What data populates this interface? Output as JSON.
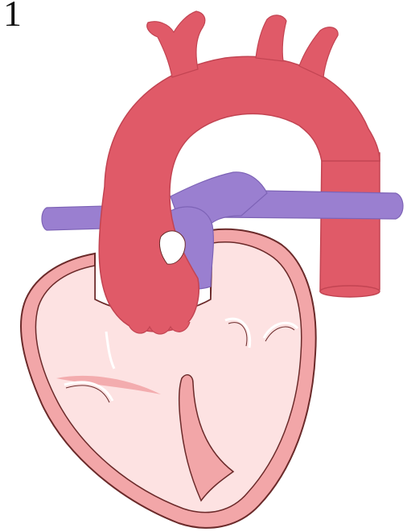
{
  "figure": {
    "panel_number": "1"
  },
  "colors": {
    "aorta": "#e05a68",
    "aorta_outline": "#c24452",
    "pulmonary_artery": "#9a7fd0",
    "pulmonary_outline": "#7d63b6",
    "heart_wall": "#f2a6a8",
    "heart_chamber": "#fde2e2",
    "heart_outline": "#6b2a2a",
    "valve_line": "#ffffff"
  },
  "structures": [
    {
      "name": "aortic-arch",
      "icon": "artery-shape"
    },
    {
      "name": "brachiocephalic-branch",
      "icon": "vessel-branch"
    },
    {
      "name": "left-common-carotid-branch",
      "icon": "vessel-branch"
    },
    {
      "name": "left-subclavian-branch",
      "icon": "vessel-branch"
    },
    {
      "name": "descending-aorta",
      "icon": "vessel-shape"
    },
    {
      "name": "pulmonary-artery",
      "icon": "vessel-shape"
    },
    {
      "name": "ductus-arteriosus-connection",
      "icon": "vessel-shape"
    },
    {
      "name": "heart",
      "icon": "heart-shape"
    }
  ]
}
